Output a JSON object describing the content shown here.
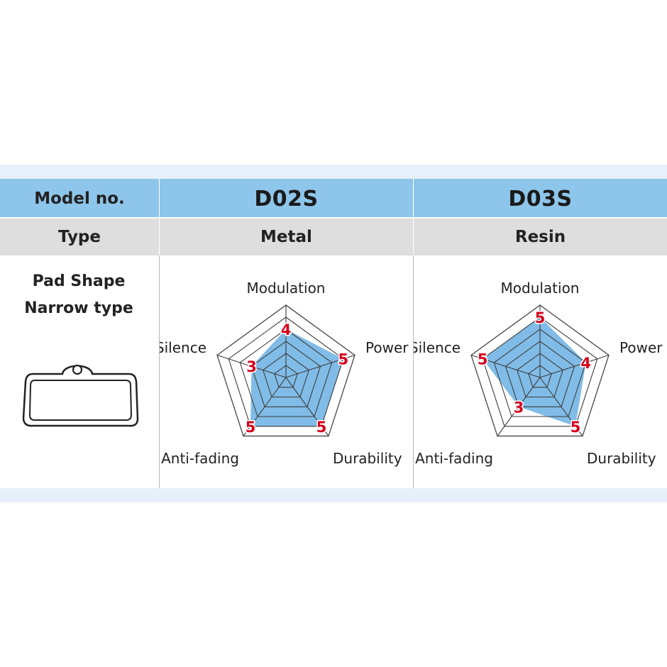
{
  "table": {
    "model_label": "Model no.",
    "type_label": "Type",
    "pad_shape_label": "Pad Shape",
    "pad_shape_value": "Narrow type",
    "columns": [
      {
        "model": "D02S",
        "type": "Metal"
      },
      {
        "model": "D03S",
        "type": "Resin"
      }
    ]
  },
  "colors": {
    "header_blue": "#8ec5ea",
    "type_grey": "#dedede",
    "band": "#e6f0fa",
    "radar_fill": "#79b8e6",
    "value_red": "#d6001c"
  },
  "chart_data": [
    {
      "type": "radar",
      "title": "D02S",
      "axes": [
        "Modulation",
        "Power",
        "Durability",
        "Anti-fading",
        "Silence"
      ],
      "scale": [
        0,
        6
      ],
      "values": [
        4,
        5,
        5,
        5,
        3
      ]
    },
    {
      "type": "radar",
      "title": "D03S",
      "axes": [
        "Modulation",
        "Power",
        "Durability",
        "Anti-fading",
        "Silence"
      ],
      "scale": [
        0,
        6
      ],
      "values": [
        5,
        4,
        5,
        3,
        5
      ]
    }
  ]
}
